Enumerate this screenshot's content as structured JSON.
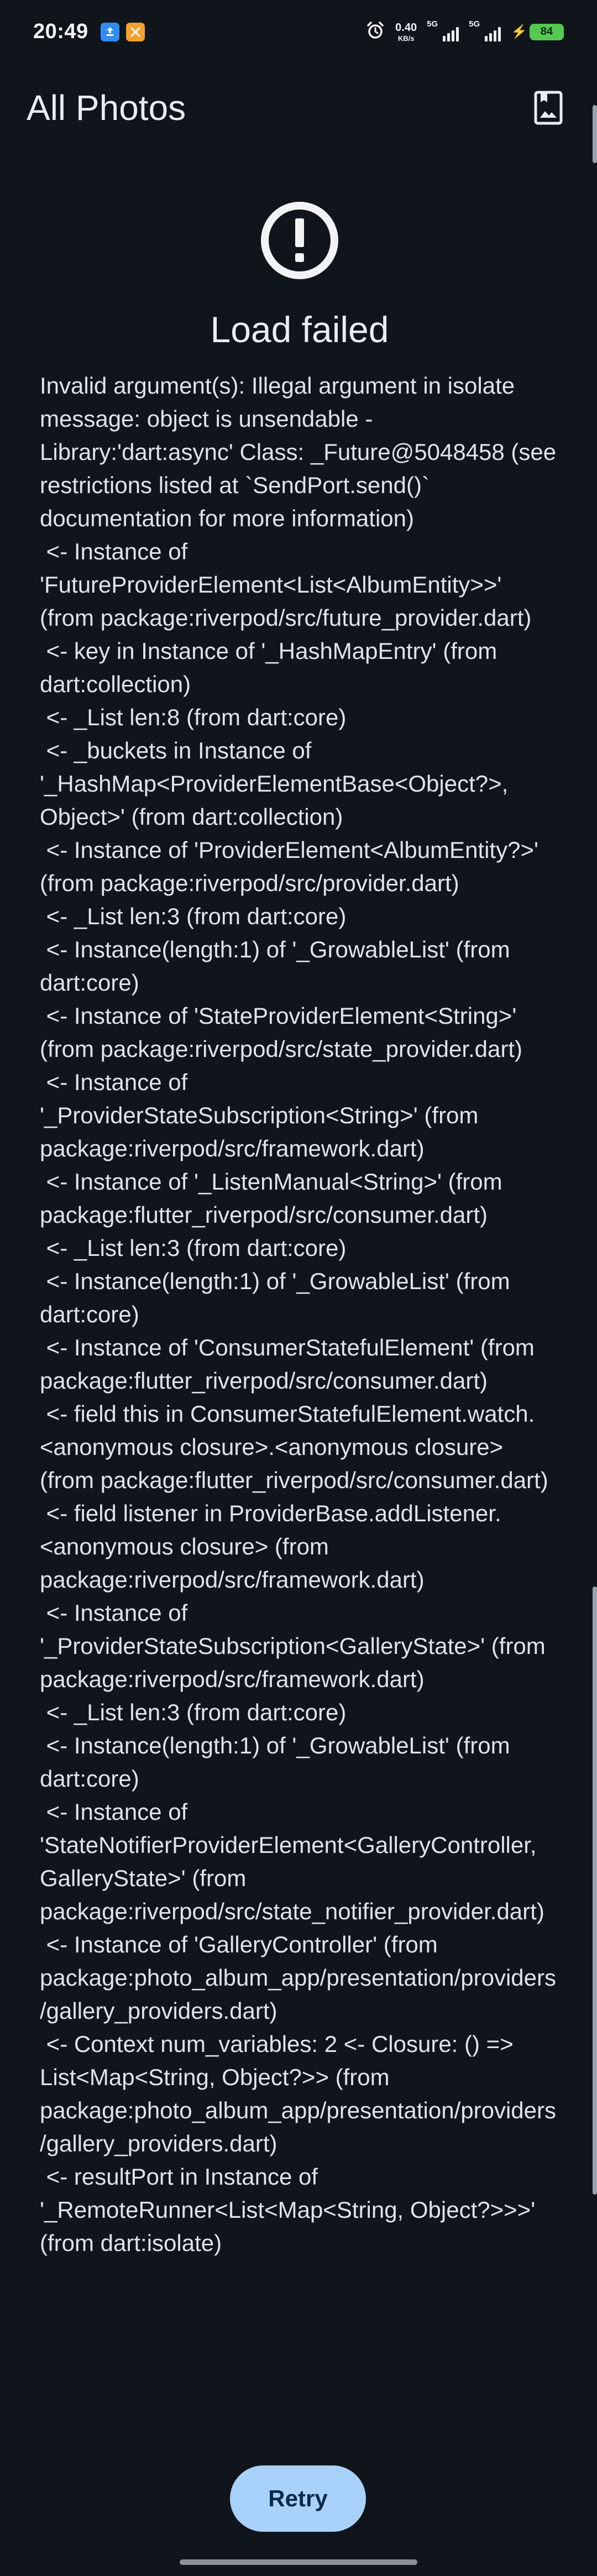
{
  "status_bar": {
    "time": "20:49",
    "net_speed_value": "0.40",
    "net_speed_unit": "KB/s",
    "signal_1_label": "5G",
    "signal_2_label": "5G",
    "battery_level": "84",
    "icons": [
      "alarm-icon",
      "signal-icon",
      "battery-icon"
    ]
  },
  "app_bar": {
    "title": "All Photos",
    "action_icon": "photo-album-icon"
  },
  "error": {
    "icon": "error-icon",
    "title": "Load failed",
    "message": "Invalid argument(s): Illegal argument in isolate message: object is unsendable - Library:'dart:async' Class: _Future@5048458 (see restrictions listed at `SendPort.send()` documentation for more information)\n <- Instance of 'FutureProviderElement<List<AlbumEntity>>' (from package:riverpod/src/future_provider.dart)\n <- key in Instance of '_HashMapEntry' (from dart:collection)\n <- _List len:8 (from dart:core)\n <- _buckets in Instance of '_HashMap<ProviderElementBase<Object?>, Object>' (from dart:collection)\n <- Instance of 'ProviderElement<AlbumEntity?>' (from package:riverpod/src/provider.dart)\n <- _List len:3 (from dart:core)\n <- Instance(length:1) of '_GrowableList' (from dart:core)\n <- Instance of 'StateProviderElement<String>' (from package:riverpod/src/state_provider.dart)\n <- Instance of '_ProviderStateSubscription<String>' (from package:riverpod/src/framework.dart)\n <- Instance of '_ListenManual<String>' (from package:flutter_riverpod/src/consumer.dart)\n <- _List len:3 (from dart:core)\n <- Instance(length:1) of '_GrowableList' (from dart:core)\n <- Instance of 'ConsumerStatefulElement' (from package:flutter_riverpod/src/consumer.dart)\n <- field this in ConsumerStatefulElement.watch.<anonymous closure>.<anonymous closure> (from package:flutter_riverpod/src/consumer.dart)\n <- field listener in ProviderBase.addListener.<anonymous closure> (from package:riverpod/src/framework.dart)\n <- Instance of '_ProviderStateSubscription<GalleryState>' (from package:riverpod/src/framework.dart)\n <- _List len:3 (from dart:core)\n <- Instance(length:1) of '_GrowableList' (from dart:core)\n <- Instance of 'StateNotifierProviderElement<GalleryController, GalleryState>' (from package:riverpod/src/state_notifier_provider.dart)\n <- Instance of 'GalleryController' (from package:photo_album_app/presentation/providers/gallery_providers.dart)\n <- Context num_variables: 2 <- Closure: () => List<Map<String, Object?>> (from package:photo_album_app/presentation/providers/gallery_providers.dart)\n <- resultPort in Instance of '_RemoteRunner<List<Map<String, Object?>>>' (from dart:isolate)"
  },
  "retry_button": {
    "label": "Retry"
  },
  "colors": {
    "background": "#10141b",
    "primary_container": "#a8d2fa",
    "on_primary_container": "#0b2a48",
    "text": "#dfe3ea"
  }
}
